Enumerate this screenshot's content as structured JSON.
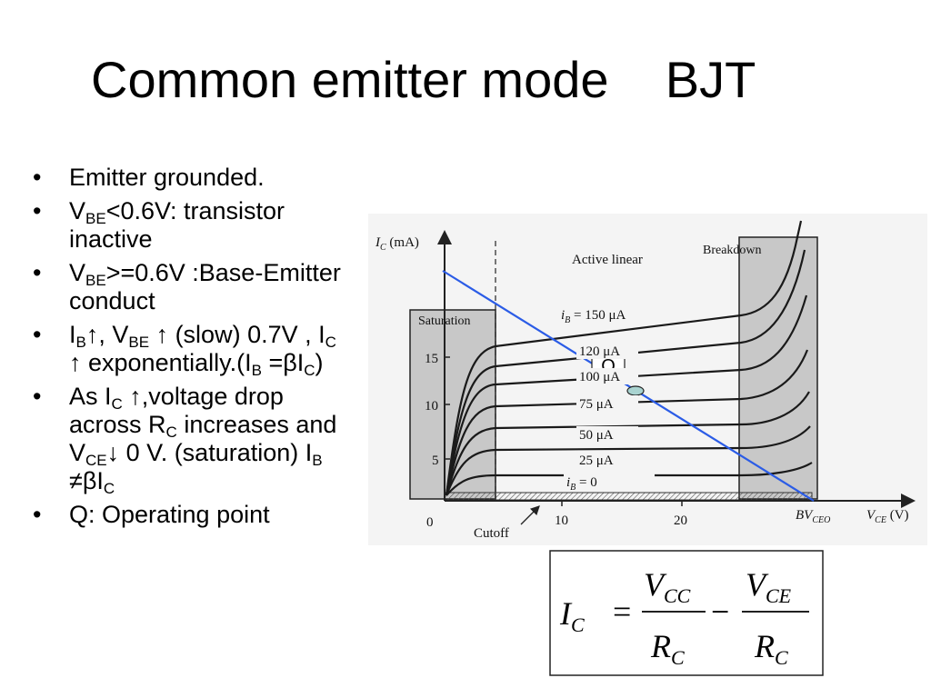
{
  "slide": {
    "title": "Common emitter mode    BJT"
  },
  "bullets": [
    [
      {
        "t": "Emitter grounded."
      }
    ],
    [
      {
        "t": "V"
      },
      {
        "s": "BE"
      },
      {
        "t": "<0.6V: transistor inactive"
      }
    ],
    [
      {
        "t": "V"
      },
      {
        "s": "BE"
      },
      {
        "t": ">=0.6V :Base-Emitter conduct"
      }
    ],
    [
      {
        "t": "I"
      },
      {
        "s": "B"
      },
      {
        "t": "↑, V"
      },
      {
        "s": "BE"
      },
      {
        "t": "  ↑ (slow) 0.7V , I"
      },
      {
        "s": "C"
      },
      {
        "t": " ↑ exponentially.(I"
      },
      {
        "s": "B"
      },
      {
        "t": " =βI"
      },
      {
        "s": "C"
      },
      {
        "t": ")"
      }
    ],
    [
      {
        "t": "As I"
      },
      {
        "s": "C"
      },
      {
        "t": " ↑,voltage drop across R"
      },
      {
        "s": "C"
      },
      {
        "t": " increases and V"
      },
      {
        "s": "CE"
      },
      {
        "t": "↓ 0 V. (saturation) I"
      },
      {
        "s": "B"
      },
      {
        "t": " ≠βI"
      },
      {
        "s": "C"
      }
    ],
    [
      {
        "t": "Q: Operating point"
      }
    ]
  ],
  "graph": {
    "y_label": "I",
    "y_label_sub": "C",
    "y_label_unit": " (mA)",
    "x_label": "V",
    "x_label_sub": "CE",
    "x_label_unit": " (V)",
    "y_ticks": [
      "15",
      "10",
      "5"
    ],
    "x_ticks": [
      "0",
      "10",
      "20"
    ],
    "region_saturation": "Saturation",
    "region_active": "Active linear",
    "region_breakdown": "Breakdown",
    "region_cutoff": "Cutoff",
    "bv_label": "BV",
    "bv_sub": "CEO",
    "q_label": "Q",
    "curve_labels": [
      {
        "pre": "i",
        "sub": "B",
        "post": " = 150 μA"
      },
      {
        "pre": "",
        "sub": "",
        "post": "120 μA"
      },
      {
        "pre": "",
        "sub": "",
        "post": "100 μA"
      },
      {
        "pre": "",
        "sub": "",
        "post": "75 μA"
      },
      {
        "pre": "",
        "sub": "",
        "post": "50 μA"
      },
      {
        "pre": "",
        "sub": "",
        "post": "25 μA"
      },
      {
        "pre": "i",
        "sub": "B",
        "post": " = 0"
      }
    ],
    "colors": {
      "load_line": "#2b5ce6",
      "q_point": "#a9d3d0",
      "region_fill": "#c8c8c8",
      "curves": "#1a1a1a"
    }
  },
  "formula": {
    "lhs": "I",
    "lhs_sub": "C",
    "eq": "=",
    "num1": "V",
    "num1_sub": "CC",
    "den1": "R",
    "den1_sub": "C",
    "minus": "−",
    "num2": "V",
    "num2_sub": "CE",
    "den2": "R",
    "den2_sub": "C"
  }
}
